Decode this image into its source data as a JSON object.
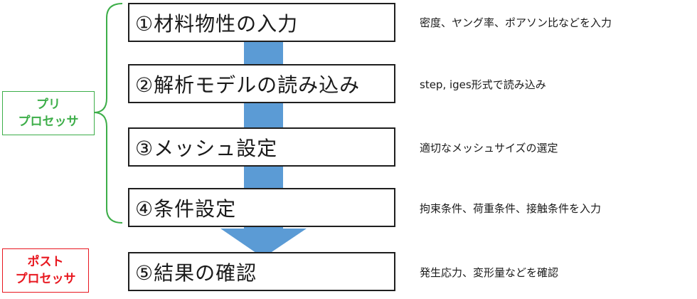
{
  "steps": [
    {
      "label": "①材料物性の入力",
      "note": "密度、ヤング率、ポアソン比などを入力"
    },
    {
      "label": "②解析モデルの読み込み",
      "note": "step, iges形式で読み込み"
    },
    {
      "label": "③メッシュ設定",
      "note": "適切なメッシュサイズの選定"
    },
    {
      "label": "④条件設定",
      "note": "拘束条件、荷重条件、接触条件を入力"
    },
    {
      "label": "⑤結果の確認",
      "note": "発生応力、変形量などを確認"
    }
  ],
  "groups": {
    "pre": {
      "line1": "プリ",
      "line2": "プロセッサ",
      "color": "#3dae49"
    },
    "post": {
      "line1": "ポスト",
      "line2": "プロセッサ",
      "color": "#e8171f"
    }
  },
  "colors": {
    "arrow": "#5b9bd5",
    "box_border": "#1f1f1f"
  }
}
